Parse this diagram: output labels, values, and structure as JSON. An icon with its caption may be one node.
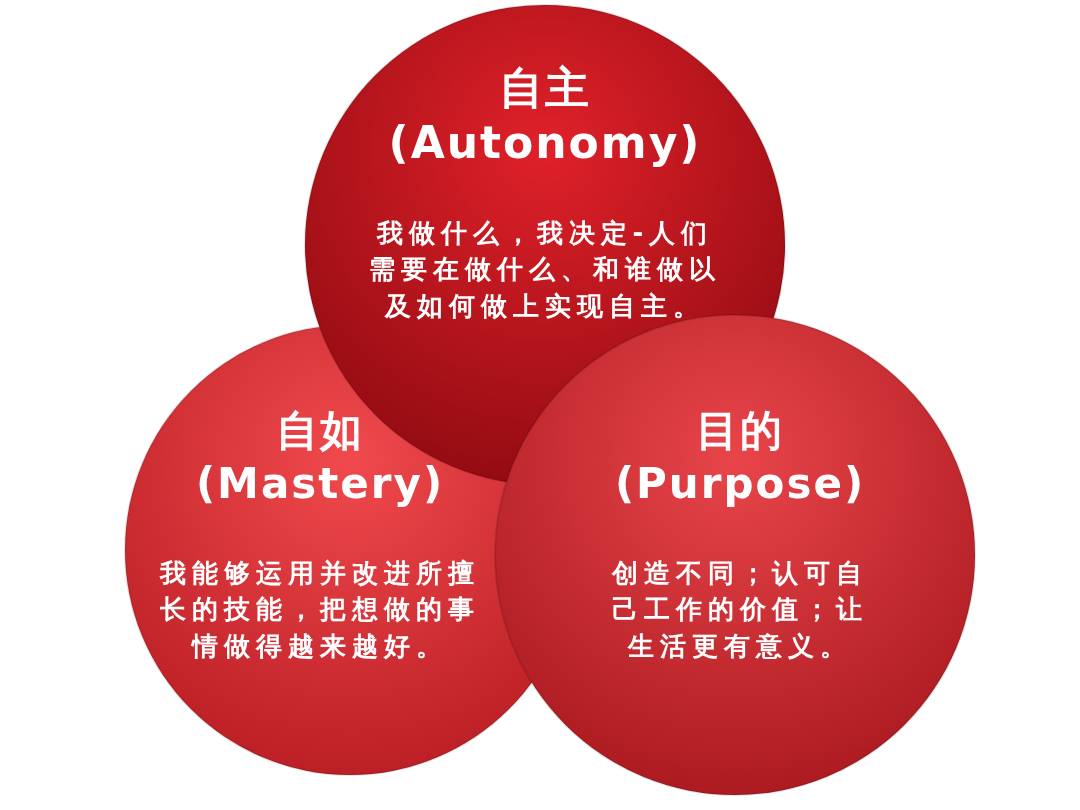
{
  "diagram": {
    "nodes": [
      {
        "text": [
          "自主 (Autonomy)",
          "我做什么，我决定-人们需要在做什么、和谁做以及如何做上实现自主。"
        ]
      },
      {
        "text": [
          "自如 (Mastery)",
          "我能够运用并改进所擅长的技能，把想做的事情做得越来越好。"
        ]
      },
      {
        "text": [
          "目的 (Purpose)",
          "创造不同；认可自己工作的价值；让生活更有意义。"
        ]
      }
    ]
  }
}
